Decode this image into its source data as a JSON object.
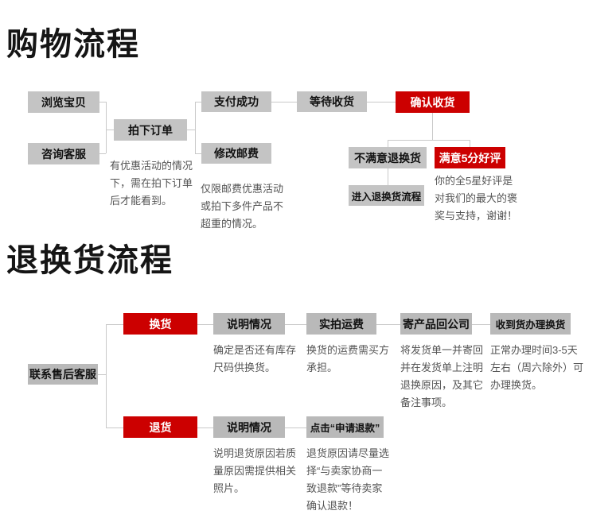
{
  "colors": {
    "accent_red": "#cc0000",
    "box_gray_shopping": "#c4c4c4",
    "box_gray_returns": "#b9b9b9",
    "connector_line": "#c9c9c9",
    "note_text": "#555555",
    "node_text": "#111111",
    "title_text": "#151515"
  },
  "shopping": {
    "title": "购物流程",
    "nodes": {
      "browse": "浏览宝贝",
      "consult": "咨询客服",
      "place_order": "拍下订单",
      "pay_success": "支付成功",
      "modify_postage": "修改邮费",
      "wait_delivery": "等待收货",
      "confirm_receipt": "确认收货",
      "unsatisfied_return": "不满意退换货",
      "satisfied_review": "满意5分好评",
      "enter_return_flow": "进入退换货流程"
    },
    "notes": {
      "place_order_note": "有优惠活动的情况\n下，需在拍下订单\n后才能看到。",
      "modify_postage_note": "仅限邮费优惠活动\n或拍下多件产品不\n超重的情况。",
      "satisfied_review_note": "你的全5星好评是\n对我们的最大的褒\n奖与支持，谢谢！"
    }
  },
  "returns": {
    "title": "退换货流程",
    "nodes": {
      "contact_service": "联系售后客服",
      "exchange": "换货",
      "explain_exchange": "说明情况",
      "shipping_fee": "实拍运费",
      "send_back": "寄产品回公司",
      "process_exchange": "收到货办理换货",
      "refund": "退货",
      "explain_refund": "说明情况",
      "click_apply_refund": "点击“申请退款”"
    },
    "notes": {
      "explain_exchange_note": "确定是否还有库存\n尺码供换货。",
      "shipping_fee_note": "换货的运费需买方\n承担。",
      "send_back_note": "将发货单一并寄回\n并在发货单上注明\n退换原因，及其它\n备注事项。",
      "process_exchange_note": "正常办理时间3-5天\n左右（周六除外）可\n办理换货。",
      "explain_refund_note": "说明退货原因若质\n量原因需提供相关\n照片。",
      "click_apply_refund_note": "退货原因请尽量选\n择“与卖家协商一\n致退款”等待卖家\n确认退款！"
    }
  }
}
